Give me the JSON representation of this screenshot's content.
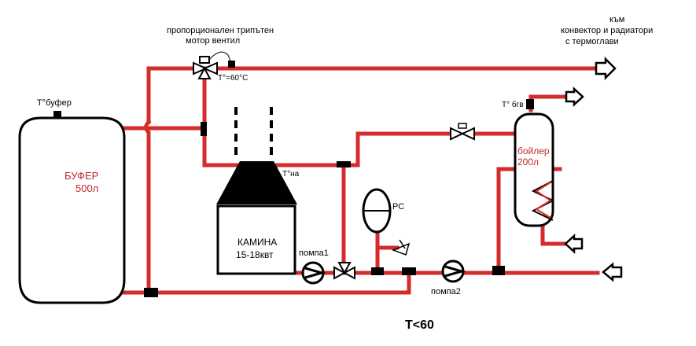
{
  "labels": {
    "valve_title_line1": "пропорционален трипътен",
    "valve_title_line2": "мотор вентил",
    "valve_temp": "T°=60°C",
    "outlet_line1": "към",
    "outlet_line2": "конвектор и радиатори",
    "outlet_line3": "с термоглави",
    "buffer_sensor": "T°буфер",
    "buffer_name": "БУФЕР",
    "buffer_volume": "500л",
    "boiler_sensor": "T° бгв",
    "boiler_name": "бойлер",
    "boiler_volume": "200л",
    "stove_sensor": "T°на",
    "expansion_tank": "РС",
    "fireplace_name": "КАМИНА",
    "fireplace_power": "15-18квт",
    "pump1": "помпа1",
    "pump2": "помпа2",
    "condition": "T<60"
  },
  "colors": {
    "pipe": "#d42b2b",
    "outline": "#000000",
    "tank_text": "#c0282a"
  },
  "icons": [
    "three-way-valve-icon",
    "pump-icon",
    "check-valve-icon",
    "safety-valve-icon",
    "arrow-outline-icon",
    "heat-exchanger-coil-icon"
  ]
}
